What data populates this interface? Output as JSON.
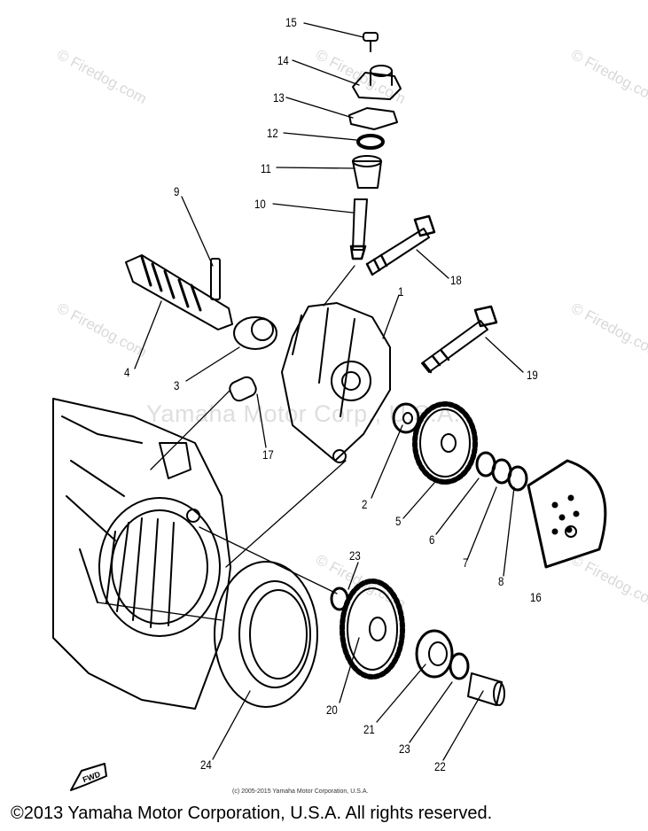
{
  "watermarks": {
    "corner": "© Firedog.com",
    "center": "Yamaha Motor Corp., U.S.A."
  },
  "callouts": [
    "1",
    "2",
    "3",
    "4",
    "5",
    "6",
    "7",
    "8",
    "9",
    "10",
    "11",
    "12",
    "13",
    "14",
    "15",
    "16",
    "17",
    "18",
    "19",
    "20",
    "21",
    "22",
    "23",
    "23",
    "24"
  ],
  "fwd_mark": "FWD",
  "small_copyright": "(c) 2005-2015 Yamaha Motor Corporation, U.S.A.",
  "footer": "©2013 Yamaha Motor Corporation, U.S.A. All rights reserved.",
  "colors": {
    "ink": "#000000",
    "watermark": "#d9d9d9",
    "background": "#ffffff"
  }
}
